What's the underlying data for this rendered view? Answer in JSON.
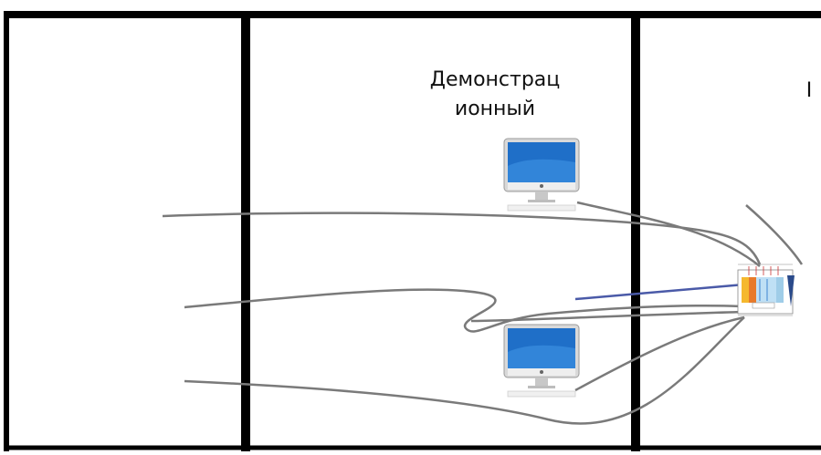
{
  "rooms": [
    {
      "id": "room-left",
      "label": ""
    },
    {
      "id": "room-demo",
      "label": "Демонстрац\nионный"
    },
    {
      "id": "room-right",
      "label": "I"
    }
  ],
  "top_fragment": "",
  "devices": [
    {
      "type": "monitor-icon",
      "count": 2
    },
    {
      "type": "equipment-schematic",
      "count": 1
    }
  ],
  "colors": {
    "wall": "#000000",
    "cable": "#7a7a7a",
    "cable_highlight": "#4a5aa8",
    "screen": "#1f6fc8",
    "bezel": "#e8e8e8"
  }
}
